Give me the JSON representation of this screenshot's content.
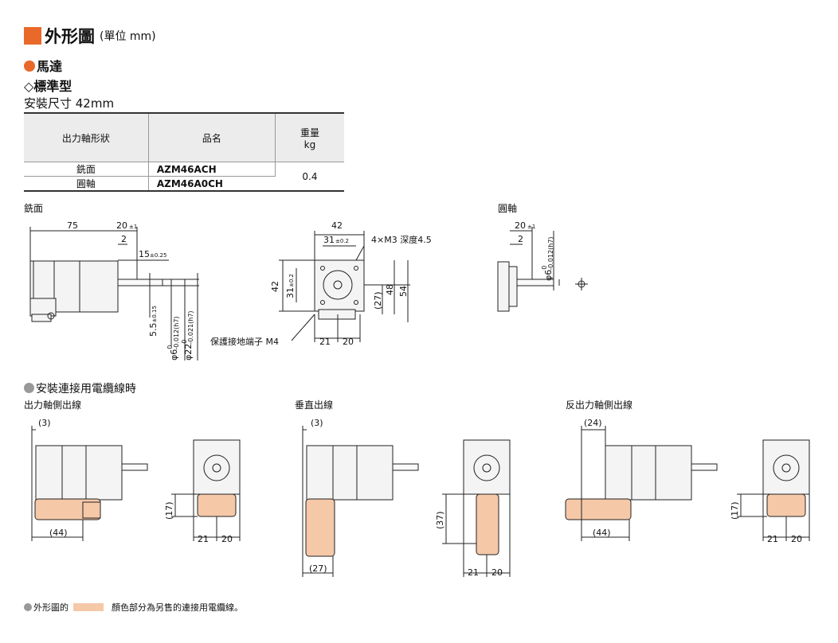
{
  "header": {
    "title": "外形圖",
    "unit": "(單位 mm)"
  },
  "section_motor": "馬達",
  "section_type": "◇標準型",
  "section_size": "安裝尺寸 42mm",
  "table": {
    "headers": [
      "出力軸形狀",
      "品名",
      "重量",
      "kg"
    ],
    "rows": [
      {
        "shape": "銑面",
        "name": "AZM46ACH"
      },
      {
        "shape": "圓軸",
        "name": "AZM46A0CH"
      }
    ],
    "weight": "0.4"
  },
  "view_labels": {
    "flat": "銑面",
    "round": "圓軸"
  },
  "dims_flat": {
    "d75": "75",
    "d20": "20",
    "tol_pm1": "±1",
    "d2": "2",
    "d15": "15",
    "tol_025": "±0.25",
    "d55": "5.5",
    "tol_015": "±0.15",
    "phi6": "φ6",
    "tol6": "-0.012(h7)",
    "phi22": "φ22",
    "tol22": "-0.021(h7)",
    "zero": "0"
  },
  "dims_front": {
    "d42": "42",
    "d31": "31",
    "tol_02": "±0.2",
    "holes": "4×M3 深度4.5",
    "d27": "(27)",
    "d48": "48",
    "d54": "54",
    "ground": "保護接地端子 M4",
    "d21": "21",
    "d20": "20"
  },
  "section_cable": "安裝連接用電纜線時",
  "cable_labels": {
    "a": "出力軸側出線",
    "b": "垂直出線",
    "c": "反出力軸側出線"
  },
  "cable_dims": {
    "p3": "(3)",
    "p24": "(24)",
    "p44": "(44)",
    "p17": "(17)",
    "p37": "(37)",
    "p27": "(27)",
    "d21": "21",
    "d20": "20"
  },
  "footnote": {
    "prefix": "外形圖的",
    "suffix": "顏色部分為另售的連接用電纜線。"
  },
  "colors": {
    "accent": "#e8692a",
    "cable": "#f5c8a8",
    "header_bg": "#ececec"
  }
}
